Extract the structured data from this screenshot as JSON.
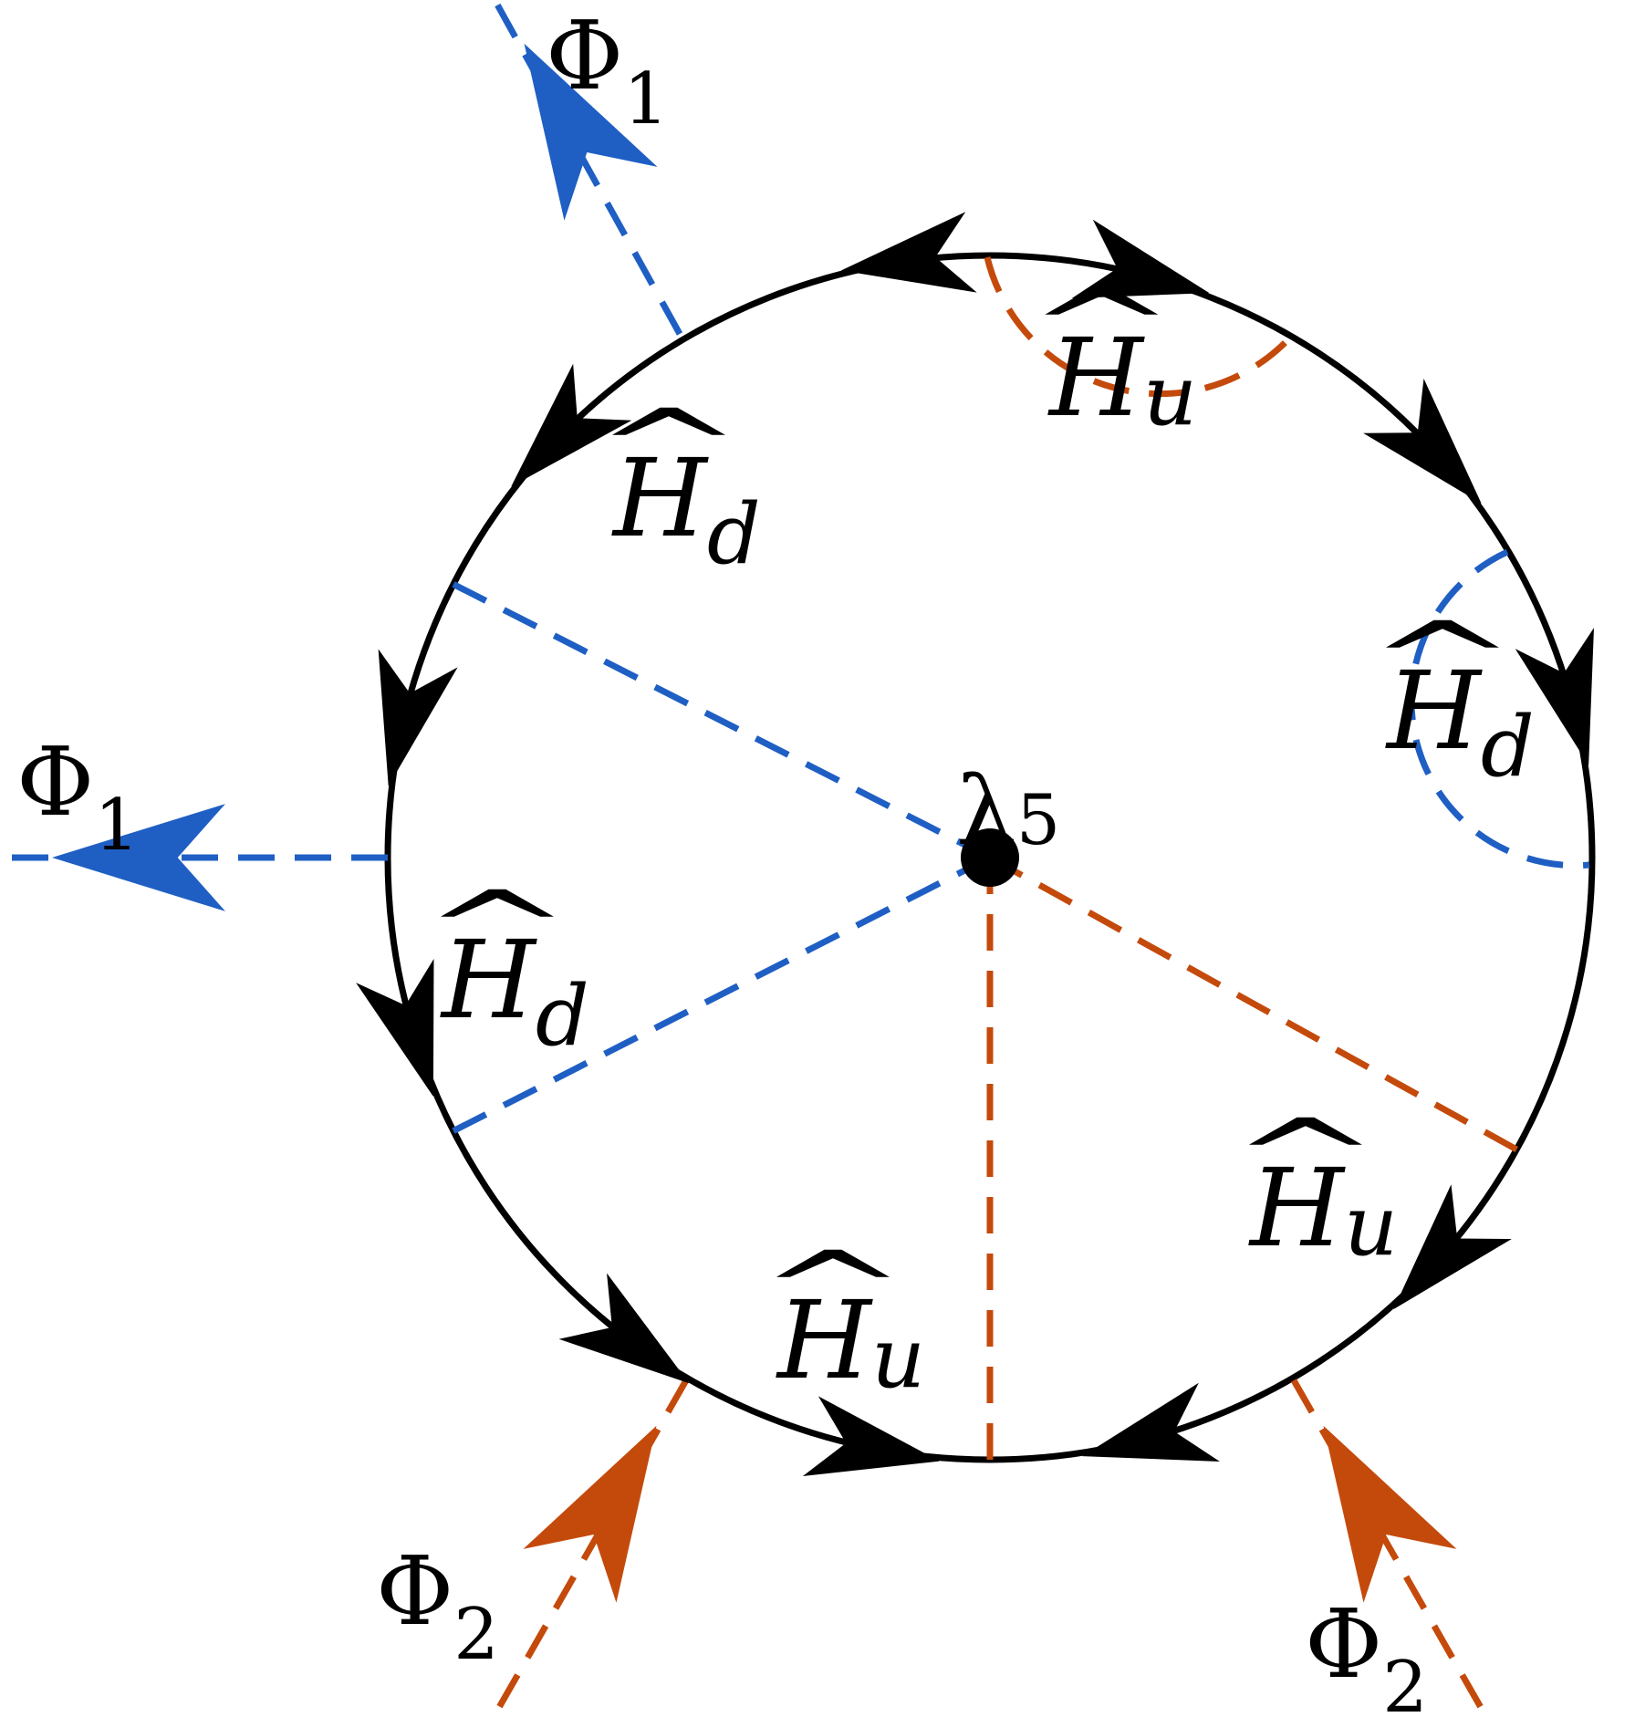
{
  "colors": {
    "phi1": "#1f5fc4",
    "phi2": "#c44a0c",
    "fermion": "#000000"
  },
  "vertex": {
    "label_base": "λ",
    "label_sub": "5"
  },
  "external_legs": [
    {
      "id": "phi1-top",
      "field": "Φ",
      "sub": "1",
      "color_key": "phi1"
    },
    {
      "id": "phi1-left",
      "field": "Φ",
      "sub": "1",
      "color_key": "phi1"
    },
    {
      "id": "phi2-bottom-left",
      "field": "Φ",
      "sub": "2",
      "color_key": "phi2"
    },
    {
      "id": "phi2-bottom-right",
      "field": "Φ",
      "sub": "2",
      "color_key": "phi2"
    }
  ],
  "loop_fields": [
    {
      "id": "hu-top",
      "base": "H",
      "sub": "u"
    },
    {
      "id": "hd-upper-left",
      "base": "H",
      "sub": "d"
    },
    {
      "id": "hd-right",
      "base": "H",
      "sub": "d"
    },
    {
      "id": "hd-lower-left",
      "base": "H",
      "sub": "d"
    },
    {
      "id": "hu-bottom",
      "base": "H",
      "sub": "u"
    },
    {
      "id": "hu-lower-right",
      "base": "H",
      "sub": "u"
    }
  ],
  "hat_symbol": "^"
}
